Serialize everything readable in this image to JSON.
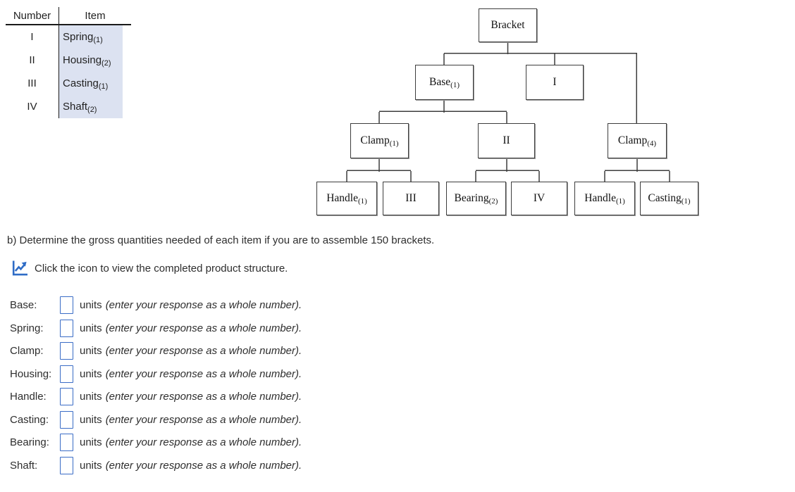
{
  "table": {
    "headers": [
      "Number",
      "Item"
    ],
    "rows": [
      {
        "number": "I",
        "item": "Spring",
        "sub": "(1)"
      },
      {
        "number": "II",
        "item": "Housing",
        "sub": "(2)"
      },
      {
        "number": "III",
        "item": "Casting",
        "sub": "(1)"
      },
      {
        "number": "IV",
        "item": "Shaft",
        "sub": "(2)"
      }
    ],
    "item_column_bg": "#dce2f1"
  },
  "tree": {
    "nodes": {
      "bracket": {
        "name": "Bracket",
        "sub": ""
      },
      "base": {
        "name": "Base",
        "sub": "(1)"
      },
      "i": {
        "name": "I",
        "sub": ""
      },
      "clamp1": {
        "name": "Clamp",
        "sub": "(1)"
      },
      "ii": {
        "name": "II",
        "sub": ""
      },
      "clamp4": {
        "name": "Clamp",
        "sub": "(4)"
      },
      "handle1": {
        "name": "Handle",
        "sub": "(1)"
      },
      "iii": {
        "name": "III",
        "sub": ""
      },
      "bearing": {
        "name": "Bearing",
        "sub": "(2)"
      },
      "iv": {
        "name": "IV",
        "sub": ""
      },
      "handle2": {
        "name": "Handle",
        "sub": "(1)"
      },
      "casting": {
        "name": "Casting",
        "sub": "(1)"
      }
    }
  },
  "question": {
    "part_b": "b) Determine the gross quantities needed of each item if you are to assemble 150 brackets.",
    "icon_hint": "Click the icon to view the completed product structure.",
    "icon": "line-chart-icon",
    "icon_color": "#2f6cc6"
  },
  "answers": {
    "units_label": "units",
    "units_note": "(enter your response as a whole number).",
    "input_border_color": "#3a6cc6",
    "fields": [
      {
        "label": "Base:",
        "value": ""
      },
      {
        "label": "Spring:",
        "value": ""
      },
      {
        "label": "Clamp:",
        "value": ""
      },
      {
        "label": "Housing:",
        "value": ""
      },
      {
        "label": "Handle:",
        "value": ""
      },
      {
        "label": "Casting:",
        "value": ""
      },
      {
        "label": "Bearing:",
        "value": ""
      },
      {
        "label": "Shaft:",
        "value": ""
      }
    ]
  }
}
